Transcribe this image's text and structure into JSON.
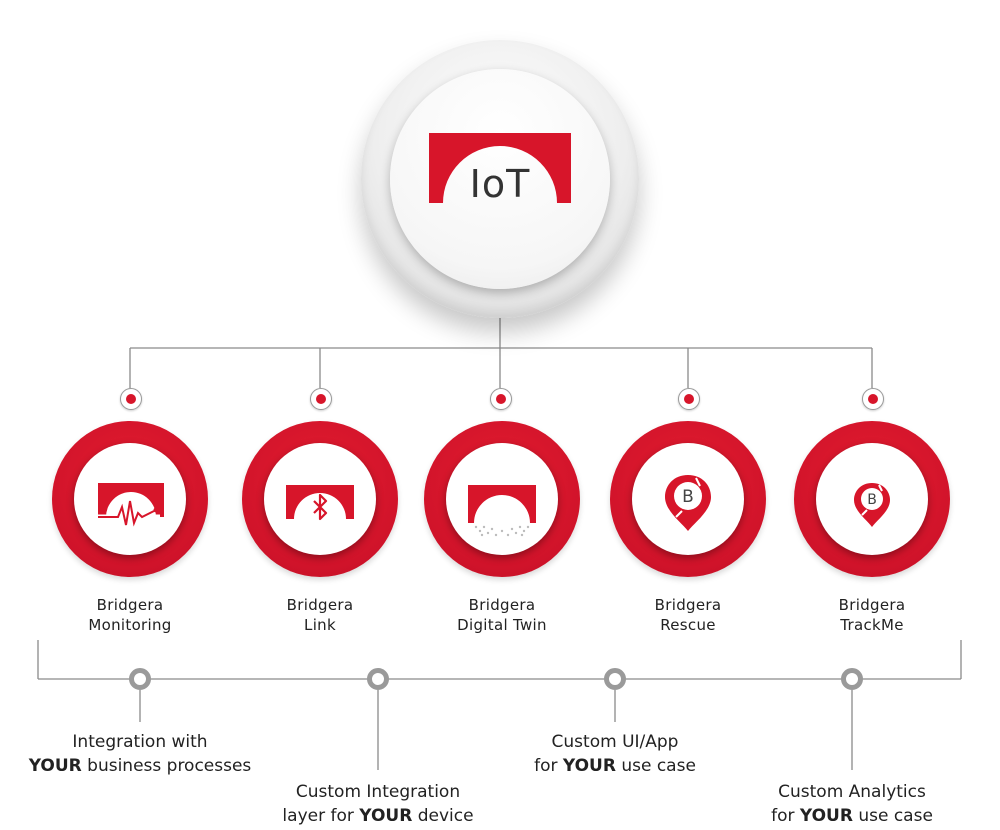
{
  "hub": {
    "label": "IoT"
  },
  "products": [
    {
      "line1": "Bridgera",
      "line2": "Monitoring",
      "icon": "monitoring-icon"
    },
    {
      "line1": "Bridgera",
      "line2": "Link",
      "icon": "bluetooth-icon"
    },
    {
      "line1": "Bridgera",
      "line2": "Digital Twin",
      "icon": "digital-twin-icon"
    },
    {
      "line1": "Bridgera",
      "line2": "Rescue",
      "icon": "location-pin-icon",
      "badge": "B"
    },
    {
      "line1": "Bridgera",
      "line2": "TrackMe",
      "icon": "location-pin-icon",
      "badge": "B"
    }
  ],
  "features": [
    {
      "line1": "Integration with",
      "bold": "YOUR",
      "rest": " business processes",
      "prefix": ""
    },
    {
      "line1": "Custom Integration",
      "prefix": "layer for ",
      "bold": "YOUR",
      "rest": " device"
    },
    {
      "line1": "Custom UI/App",
      "prefix": "for ",
      "bold": "YOUR",
      "rest": " use case"
    },
    {
      "line1": "Custom Analytics",
      "prefix": "for ",
      "bold": "YOUR",
      "rest": " use case"
    }
  ],
  "colors": {
    "accent": "#d7152a",
    "line": "#9a9a9a",
    "text": "#222222"
  }
}
